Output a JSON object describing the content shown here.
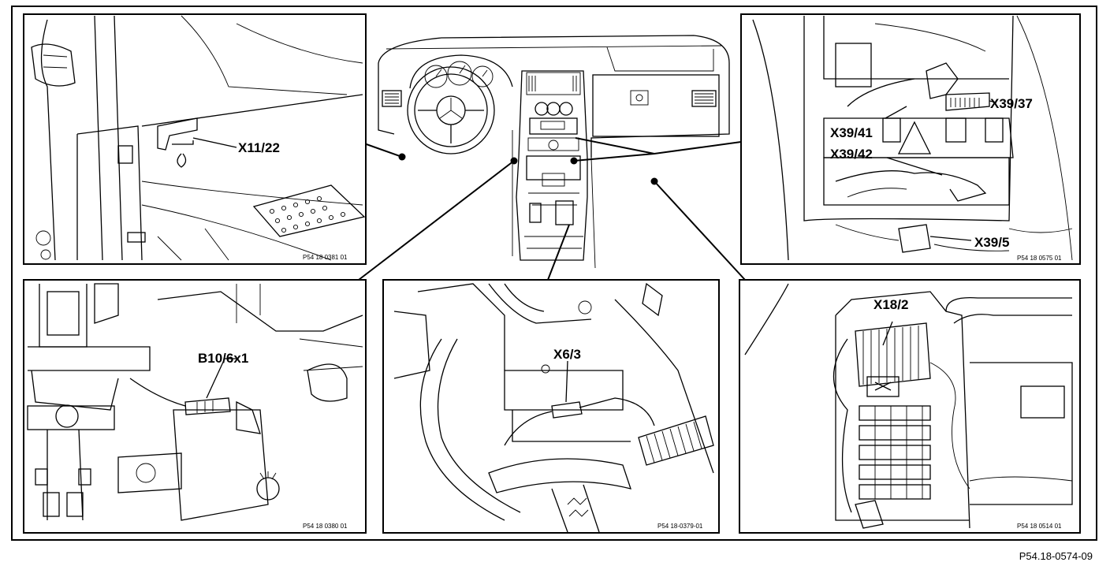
{
  "figure_code": "P54.18-0574-09",
  "panels": [
    {
      "id": "top-left",
      "callout": "X11/22",
      "caption": "P54 18 0381 01"
    },
    {
      "id": "top-right",
      "callouts": [
        "X39/37",
        "X39/41",
        "X39/42",
        "X39/5"
      ],
      "caption": "P54 18 0575 01"
    },
    {
      "id": "bottom-left",
      "callout": "B10/6x1",
      "caption": "P54 18 0380 01"
    },
    {
      "id": "bottom-center",
      "callout": "X6/3",
      "caption": "P54 18-0379-01"
    },
    {
      "id": "bottom-right",
      "callout": "X18/2",
      "caption": "P54 18 0514 01"
    }
  ]
}
